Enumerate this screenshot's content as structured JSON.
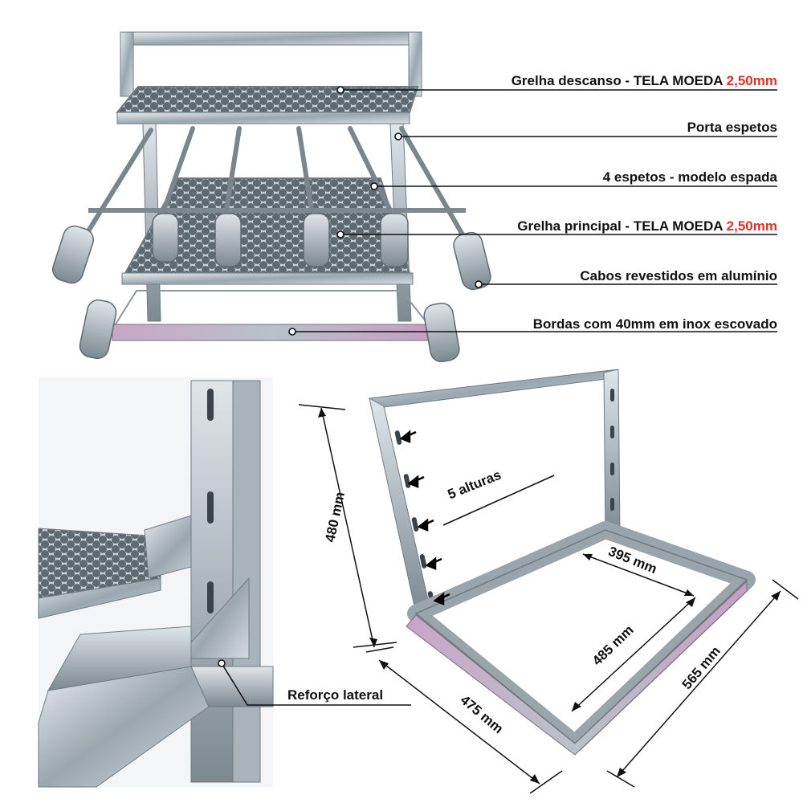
{
  "callouts": [
    {
      "text": "Grelha descanso - TELA MOEDA ",
      "highlight": "2,50mm"
    },
    {
      "text": "Porta espetos",
      "highlight": ""
    },
    {
      "text": "4 espetos - modelo espada",
      "highlight": ""
    },
    {
      "text": "Grelha principal - TELA  MOEDA ",
      "highlight": "2,50mm"
    },
    {
      "text": "Cabos revestidos em alumínio",
      "highlight": ""
    },
    {
      "text": "Bordas com 40mm em inox escovado",
      "highlight": ""
    }
  ],
  "detail": {
    "label": "Reforço lateral"
  },
  "frame": {
    "heights_label": "5 alturas",
    "height_dim": "480 mm",
    "inner_width_dim": "395 mm",
    "inner_depth_dim": "485 mm",
    "outer_width_dim": "475 mm",
    "outer_depth_dim": "565 mm"
  },
  "colors": {
    "highlight": "#d9322b",
    "text": "#111111",
    "steel": "#b9c4c9",
    "steel_dark": "#6f7c83",
    "heat_tint": "#b58fb3"
  }
}
